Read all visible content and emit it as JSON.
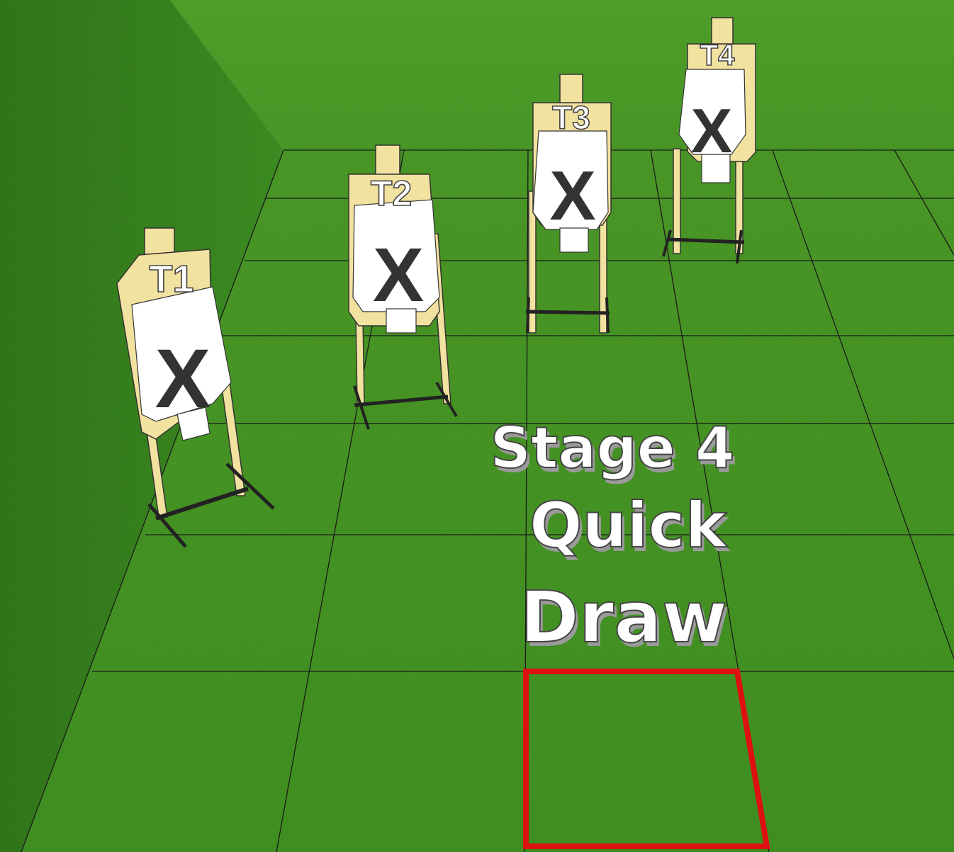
{
  "stage": {
    "line1": "Stage 4",
    "line2": "Quick",
    "line3": "Draw"
  },
  "targets": [
    {
      "label": "T1",
      "mark": "X"
    },
    {
      "label": "T2",
      "mark": "X"
    },
    {
      "label": "T3",
      "mark": "X"
    },
    {
      "label": "T4",
      "mark": "X"
    }
  ],
  "colors": {
    "grass": "#3f8f1e",
    "grass_dark": "#2d6d14",
    "wall": "#2f7a18",
    "target_stand": "#f2e2a0",
    "target_face": "#ffffff",
    "mark": "#333333",
    "shooting_box": "#dd1111",
    "grid_line": "#1a1a1a"
  }
}
